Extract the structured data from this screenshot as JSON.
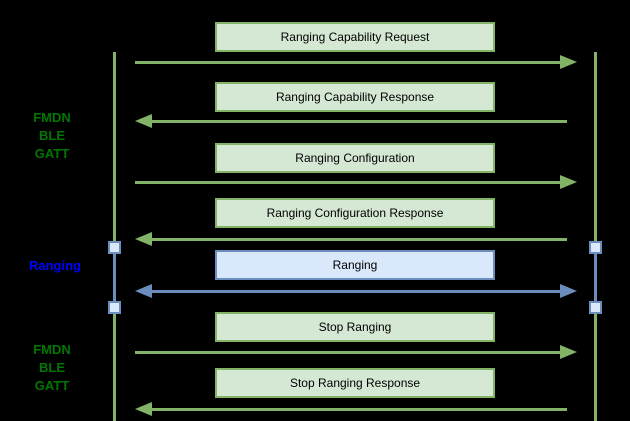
{
  "lanes": [
    {
      "lines": [
        "FMDN",
        "BLE",
        "GATT"
      ],
      "color": "#007700"
    },
    {
      "lines": [
        "Ranging"
      ],
      "color": "#0000ff"
    },
    {
      "lines": [
        "FMDN",
        "BLE",
        "GATT"
      ],
      "color": "#007700"
    }
  ],
  "messages": [
    {
      "label": "Ranging Capability Request",
      "direction": "right",
      "theme": "green"
    },
    {
      "label": "Ranging Capability Response",
      "direction": "left",
      "theme": "green"
    },
    {
      "label": "Ranging Configuration",
      "direction": "right",
      "theme": "green"
    },
    {
      "label": "Ranging Configuration Response",
      "direction": "left",
      "theme": "green"
    },
    {
      "label": "Ranging",
      "direction": "both",
      "theme": "blue"
    },
    {
      "label": "Stop Ranging",
      "direction": "right",
      "theme": "green"
    },
    {
      "label": "Stop Ranging Response",
      "direction": "left",
      "theme": "green"
    }
  ],
  "colors": {
    "background": "#000000",
    "green_fill": "#d5e8d4",
    "green_stroke": "#82b366",
    "blue_fill": "#dae8fc",
    "blue_stroke": "#6c8ebf",
    "marker_fill": "#dae8fc",
    "lane_green": "#007700",
    "lane_blue": "#0000ff",
    "box_text": "#000000"
  }
}
